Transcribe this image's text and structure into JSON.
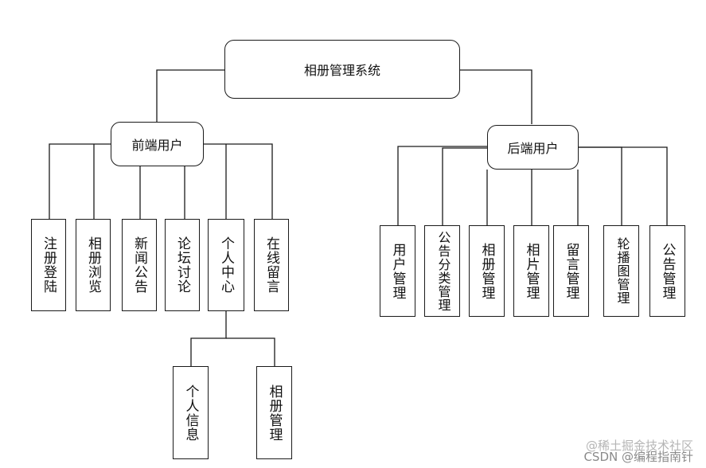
{
  "root": {
    "label": "相册管理系统"
  },
  "frontend": {
    "label": "前端用户",
    "children": [
      "注册登陆",
      "相册浏览",
      "新闻公告",
      "论坛讨论",
      "个人中心",
      "在线留言"
    ],
    "personal_center_children": [
      "个人信息",
      "相册管理"
    ]
  },
  "backend": {
    "label": "后端用户",
    "children": [
      "用户管理",
      "公告分类管理",
      "相册管理",
      "相片管理",
      "留言管理",
      "轮播图管理",
      "公告管理"
    ]
  },
  "watermark": {
    "line1": "@稀土掘金技术社区",
    "line2": "CSDN @编程指南针"
  }
}
